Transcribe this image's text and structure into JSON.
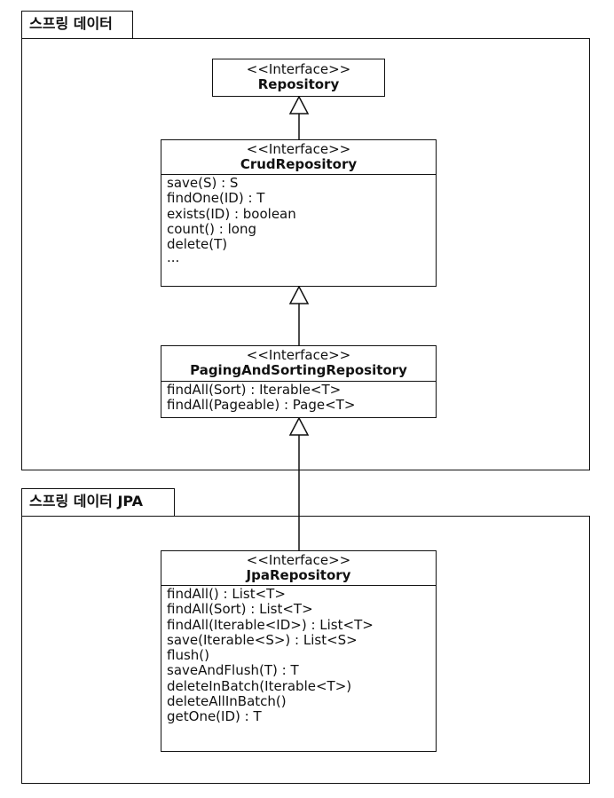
{
  "packages": {
    "spring_data": {
      "label": "스프링 데이터"
    },
    "spring_data_jpa": {
      "label": "스프링 데이터 JPA"
    }
  },
  "classes": {
    "repository": {
      "stereotype": "<<Interface>>",
      "name": "Repository"
    },
    "crud": {
      "stereotype": "<<Interface>>",
      "name": "CrudRepository",
      "ops": [
        "save(S) : S",
        "findOne(ID) : T",
        "exists(ID) : boolean",
        "count() : long",
        "delete(T)",
        "..."
      ]
    },
    "paging": {
      "stereotype": "<<Interface>>",
      "name": "PagingAndSortingRepository",
      "ops": [
        "findAll(Sort) : Iterable<T>",
        "findAll(Pageable) : Page<T>"
      ]
    },
    "jpa": {
      "stereotype": "<<Interface>>",
      "name": "JpaRepository",
      "ops": [
        "findAll() : List<T>",
        "findAll(Sort) : List<T>",
        "findAll(Iterable<ID>) : List<T>",
        "save(Iterable<S>) : List<S>",
        "flush()",
        "saveAndFlush(T) : T",
        "deleteInBatch(Iterable<T>)",
        "deleteAllInBatch()",
        "getOne(ID) : T"
      ]
    }
  }
}
